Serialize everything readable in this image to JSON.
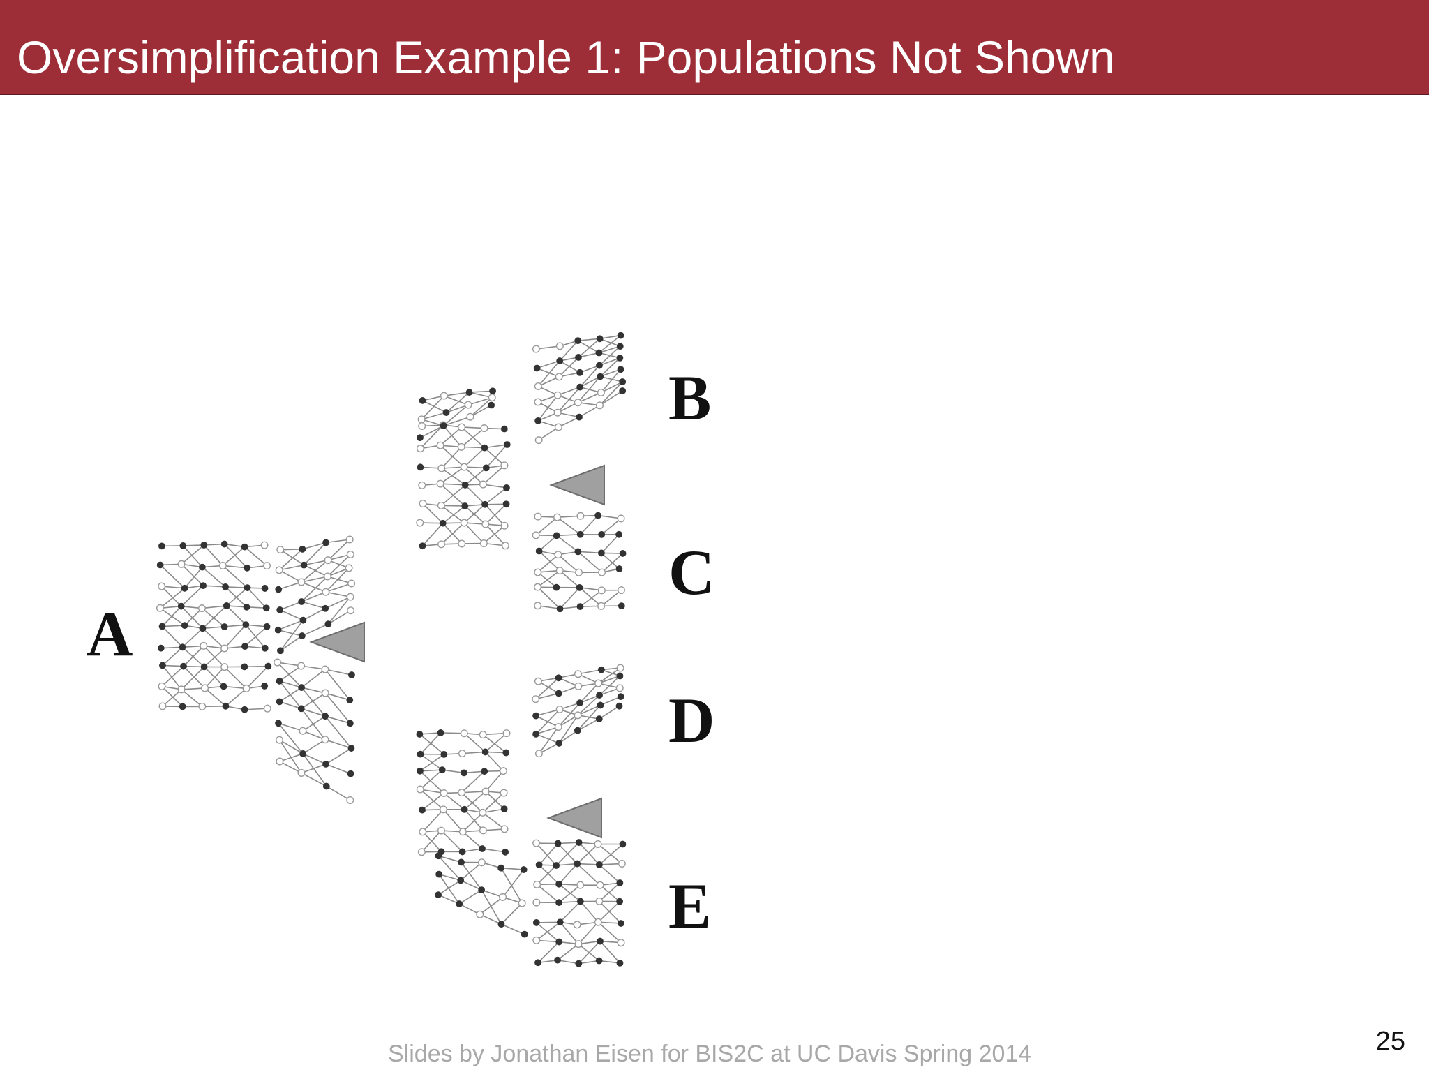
{
  "slide": {
    "title": "Oversimplification Example 1: Populations Not Shown",
    "footer": "Slides by Jonathan Eisen for BIS2C at UC Davis Spring 2014",
    "page_number": "25"
  },
  "diagram": {
    "labels": {
      "a": "A",
      "b": "B",
      "c": "C",
      "d": "D",
      "e": "E"
    },
    "colors": {
      "title_bar": "#9d2e37",
      "node_dark": "#333333",
      "node_light": "#ffffff",
      "edge": "#8a8a8a",
      "split_marker": "#a0a0a0"
    }
  }
}
